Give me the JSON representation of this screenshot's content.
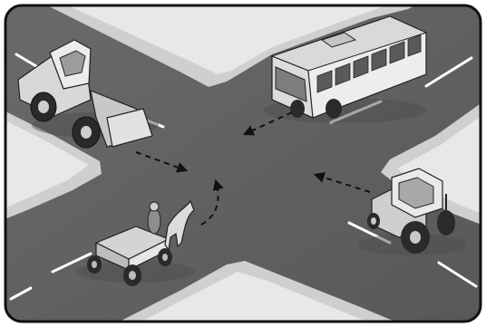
{
  "scene": {
    "description_hidden": "",
    "colors": {
      "road": "#5f5f5f",
      "sidewalk": "#e2e2e2",
      "curb": "#f3f3f3",
      "frame": "#111111",
      "marking": "#ffffff",
      "vehicle_light": "#e8e8e8",
      "vehicle_mid": "#b9b9b9",
      "vehicle_dark": "#2a2a2a",
      "arrow": "#111111"
    },
    "vehicles": [
      {
        "name": "wheel-loader",
        "icon": "wheel-loader-icon"
      },
      {
        "name": "bus",
        "icon": "bus-icon"
      },
      {
        "name": "horse-cart",
        "icon": "horse-cart-icon"
      },
      {
        "name": "tractor",
        "icon": "tractor-icon"
      }
    ],
    "movements": [
      {
        "from": "wheel-loader",
        "direction": "straight"
      },
      {
        "from": "bus",
        "direction": "straight"
      },
      {
        "from": "tractor",
        "direction": "straight"
      },
      {
        "from": "horse-cart",
        "direction": "turn-left"
      }
    ]
  }
}
